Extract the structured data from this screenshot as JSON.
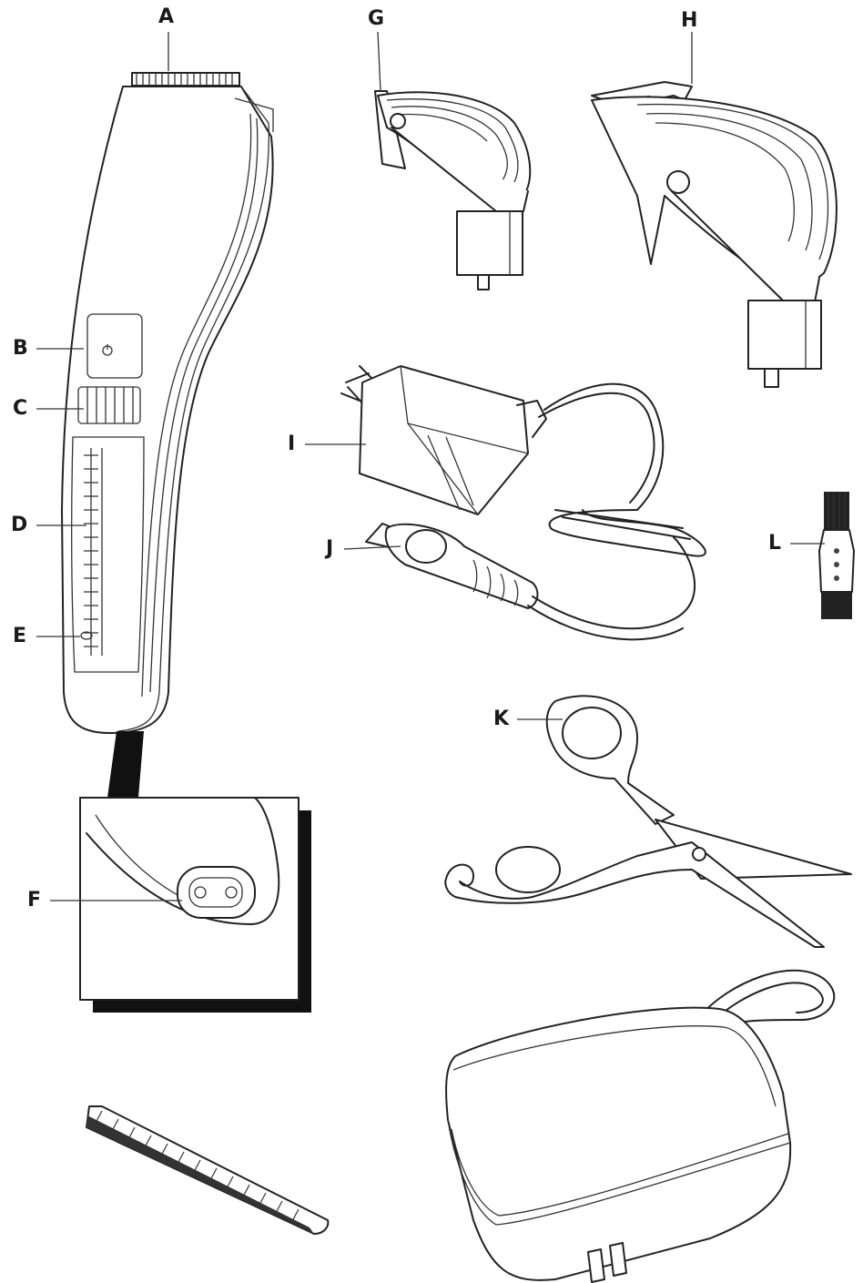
{
  "labels": {
    "A": "A",
    "B": "B",
    "C": "C",
    "D": "D",
    "E": "E",
    "F": "F",
    "G": "G",
    "H": "H",
    "I": "I",
    "J": "J",
    "K": "K",
    "L": "L"
  }
}
